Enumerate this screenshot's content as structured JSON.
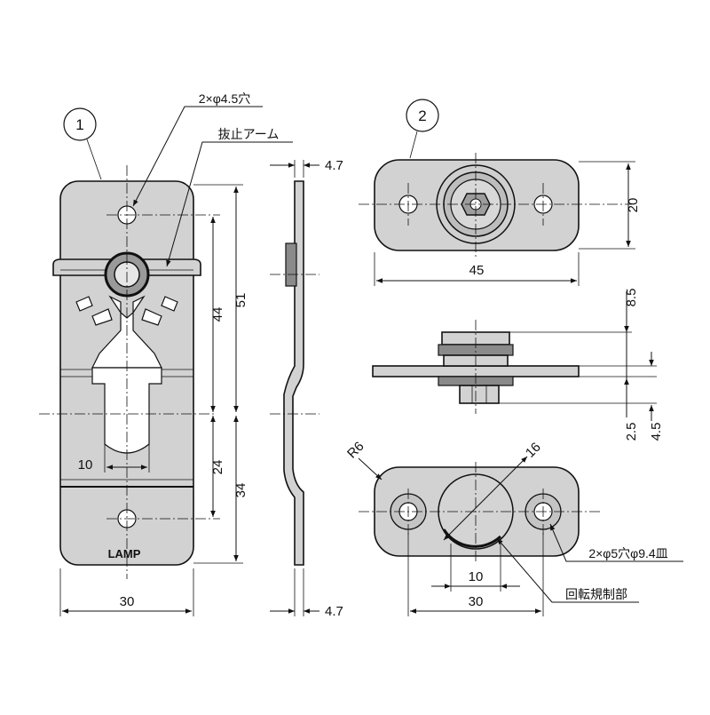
{
  "callouts": {
    "part1": "1",
    "part2": "2"
  },
  "labels": {
    "holes_part1": "2×φ4.5穴",
    "retaining_arm": "抜止アーム",
    "holes_part2": "2×φ5穴φ9.4皿",
    "rotation_stop": "回転規制部",
    "logo": "LAMP"
  },
  "dimensions": {
    "p1_height_upper": "51",
    "p1_height_mid": "44",
    "p1_height_lower": "34",
    "p1_height_lower_inner": "24",
    "p1_slot_width": "10",
    "p1_width": "30",
    "side_thick_top": "4.7",
    "side_thick_bottom": "4.7",
    "p2_height": "20",
    "p2_width": "45",
    "p2_boss_height": "8.5",
    "p2_plate_offset": "2.5",
    "p2_total_offset": "4.5",
    "p2_radius": "R6",
    "p2_boss_dia": "16",
    "p2_inner_width": "10",
    "p2_hole_pitch": "30"
  }
}
